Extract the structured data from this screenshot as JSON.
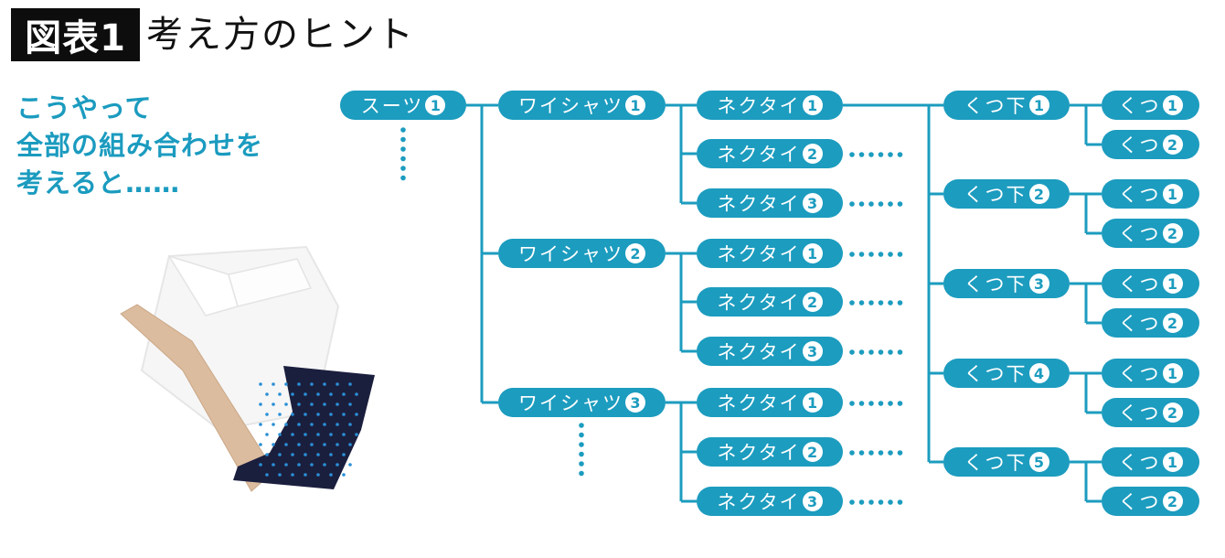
{
  "header": {
    "figure_label": "図表1",
    "title": "考え方のヒント"
  },
  "lead_text": "こうやって\n全部の組み合わせを\n考えると……",
  "photo": {
    "description": "folded white shirt with beige tie and navy polka-dot socks",
    "colors": {
      "shirt": "#f4f4f4",
      "tie": "#d9b99b",
      "socks": "#1a1f3d",
      "sock_dots": "#2a8fd6"
    }
  },
  "colors": {
    "accent": "#1c9cbf",
    "line": "#1c9cbf",
    "title_bg": "#0d0d0d",
    "lead_text": "#1b9bbf"
  },
  "tree": {
    "suit": {
      "label": "スーツ",
      "num": "1"
    },
    "shirts": [
      {
        "label": "ワイシャツ",
        "num": "1"
      },
      {
        "label": "ワイシャツ",
        "num": "2"
      },
      {
        "label": "ワイシャツ",
        "num": "3"
      }
    ],
    "ties": [
      {
        "label": "ネクタイ",
        "num": "1"
      },
      {
        "label": "ネクタイ",
        "num": "2"
      },
      {
        "label": "ネクタイ",
        "num": "3"
      },
      {
        "label": "ネクタイ",
        "num": "1"
      },
      {
        "label": "ネクタイ",
        "num": "2"
      },
      {
        "label": "ネクタイ",
        "num": "3"
      },
      {
        "label": "ネクタイ",
        "num": "1"
      },
      {
        "label": "ネクタイ",
        "num": "2"
      },
      {
        "label": "ネクタイ",
        "num": "3"
      }
    ],
    "socks": [
      {
        "label": "くつ下",
        "num": "1"
      },
      {
        "label": "くつ下",
        "num": "2"
      },
      {
        "label": "くつ下",
        "num": "3"
      },
      {
        "label": "くつ下",
        "num": "4"
      },
      {
        "label": "くつ下",
        "num": "5"
      }
    ],
    "shoes": [
      {
        "label": "くつ",
        "num": "1"
      },
      {
        "label": "くつ",
        "num": "2"
      },
      {
        "label": "くつ",
        "num": "1"
      },
      {
        "label": "くつ",
        "num": "2"
      },
      {
        "label": "くつ",
        "num": "1"
      },
      {
        "label": "くつ",
        "num": "2"
      },
      {
        "label": "くつ",
        "num": "1"
      },
      {
        "label": "くつ",
        "num": "2"
      },
      {
        "label": "くつ",
        "num": "1"
      },
      {
        "label": "くつ",
        "num": "2"
      }
    ]
  }
}
